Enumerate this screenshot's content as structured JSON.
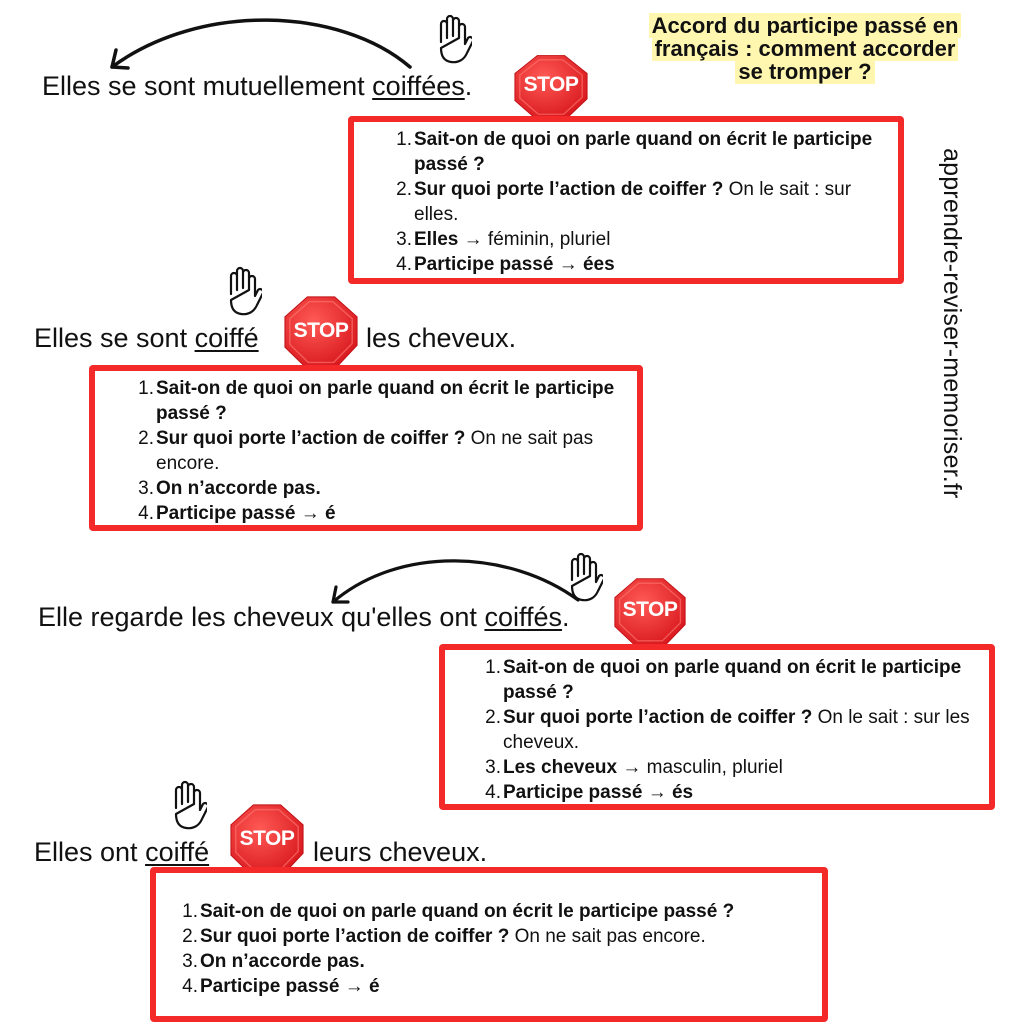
{
  "title": {
    "lines": [
      "Accord du participe passé en",
      "français : comment accorder",
      "se tromper ?"
    ],
    "highlight_color": "#fff7b0"
  },
  "side_url": "apprendre-reviser-memoriser.fr",
  "colors": {
    "box_border": "#f42a2a",
    "stop_sign": "#e8262b"
  },
  "stop_label": "STOP",
  "icons": {
    "hand": "hand-stop-icon",
    "stop": "stop-sign-icon",
    "arrow": "curved-arrow-icon"
  },
  "examples": [
    {
      "sentence": {
        "before": "Elles se sont mutuellement ",
        "underlined": "coiffées",
        "after": "."
      },
      "steps": [
        {
          "num": "1.",
          "bold": "Sait-on de quoi on parle quand on écrit le participe passé ?",
          "normal": ""
        },
        {
          "num": "2.",
          "bold": "Sur quoi porte l’action de coiffer ?",
          "normal": " On le sait : sur elles."
        },
        {
          "num": "3.",
          "bold": "Elles",
          "normal": " → féminin, pluriel"
        },
        {
          "num": "4.",
          "bold": "Participe passé → ées",
          "normal": ""
        }
      ]
    },
    {
      "sentence": {
        "before": "Elles se sont ",
        "underlined": "coiffé",
        "after": "les cheveux."
      },
      "steps": [
        {
          "num": "1.",
          "bold": "Sait-on de quoi on parle quand on écrit le participe passé ?",
          "normal": ""
        },
        {
          "num": "2.",
          "bold": "Sur quoi porte l’action de coiffer ?",
          "normal": " On ne sait pas encore."
        },
        {
          "num": "3.",
          "bold": "On n’accorde pas.",
          "normal": ""
        },
        {
          "num": "4.",
          "bold": "Participe passé → é",
          "normal": ""
        }
      ]
    },
    {
      "sentence": {
        "before": "Elle regarde les cheveux qu'elles ont ",
        "underlined": "coiffés",
        "after": "."
      },
      "steps": [
        {
          "num": "1.",
          "bold": "Sait-on de quoi on parle quand on écrit le participe passé ?",
          "normal": ""
        },
        {
          "num": "2.",
          "bold": "Sur quoi porte l’action de coiffer ?",
          "normal": " On le sait : sur les cheveux."
        },
        {
          "num": "3.",
          "bold": "Les cheveux",
          "normal": " → masculin, pluriel"
        },
        {
          "num": "4.",
          "bold": "Participe passé → és",
          "normal": ""
        }
      ]
    },
    {
      "sentence": {
        "before": "Elles ont ",
        "underlined": "coiffé",
        "after": "leurs cheveux."
      },
      "steps": [
        {
          "num": "1.",
          "bold": "Sait-on de quoi on parle quand on écrit le participe passé ?",
          "normal": ""
        },
        {
          "num": "2.",
          "bold": "Sur quoi porte l’action de coiffer ?",
          "normal": " On ne sait pas encore."
        },
        {
          "num": "3.",
          "bold": "On n’accorde pas.",
          "normal": ""
        },
        {
          "num": "4.",
          "bold": "Participe passé → é",
          "normal": ""
        }
      ]
    }
  ]
}
